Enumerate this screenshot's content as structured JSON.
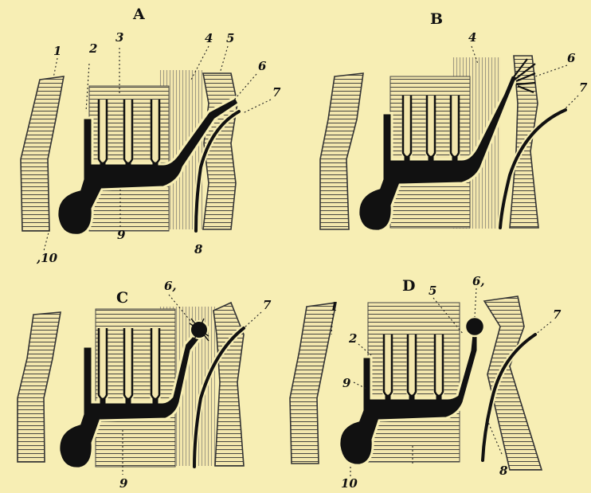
{
  "panels": [
    {
      "letter": "A",
      "labels": [
        "1",
        "2",
        "3",
        "4",
        "5",
        "6",
        "7",
        "8",
        "9",
        ",10"
      ]
    },
    {
      "letter": "B",
      "labels": [
        "4",
        "6",
        "7"
      ]
    },
    {
      "letter": "C",
      "labels": [
        "6,",
        "7",
        "9"
      ]
    },
    {
      "letter": "D",
      "labels": [
        "1",
        "2",
        "5",
        "6,",
        "7",
        "8",
        "9",
        "10"
      ]
    }
  ]
}
